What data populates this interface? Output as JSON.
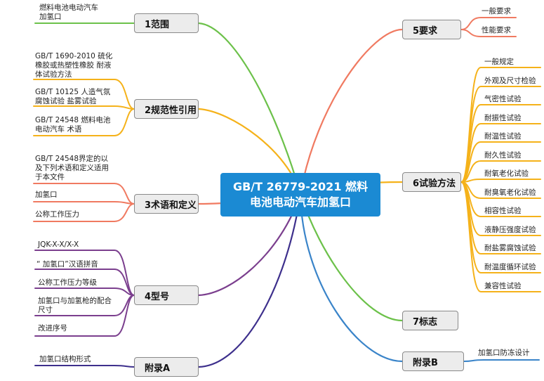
{
  "central": {
    "title": "GB/T 26779-2021 燃料\n电池电动汽车加氢口"
  },
  "colors": {
    "central": "#1b8ad3",
    "scope": "#6cc14a",
    "normative": "#f5b21a",
    "terms": "#f07a61",
    "model": "#7b3f8e",
    "annexA": "#3d2f8c",
    "requirements": "#f07a61",
    "tests": "#f5b21a",
    "marking": "#6cc14a",
    "annexB": "#3a84c9"
  },
  "branches": {
    "scope": {
      "label": "1范围",
      "items": [
        "燃料电池电动汽车\n加氢口"
      ]
    },
    "normative": {
      "label": "2规范性引用",
      "items": [
        "GB/T 1690-2010 硫化\n橡胶或热塑性橡胶 耐液\n体试验方法",
        "GB/T 10125 人造气氛\n腐蚀试验 盐雾试验",
        "GB/T 24548 燃料电池\n电动汽车 术语"
      ]
    },
    "terms": {
      "label": "3术语和定义",
      "items": [
        "GB/T 24548界定的以\n及下列术语和定义适用\n于本文件",
        "加氢口",
        "公称工作压力"
      ]
    },
    "model": {
      "label": "4型号",
      "items": [
        "JQK-X-X/X-X",
        "“ 加氢口”汉语拼音",
        "公称工作压力等级",
        "加氢口与加氢枪的配合\n尺寸",
        "改进序号"
      ]
    },
    "annexA": {
      "label": "附录A",
      "items": [
        "加氢口结构形式"
      ]
    },
    "requirements": {
      "label": "5要求",
      "items": [
        "一般要求",
        "性能要求"
      ]
    },
    "tests": {
      "label": "6试验方法",
      "items": [
        "一般规定",
        "外观及尺寸检验",
        "气密性试验",
        "耐振性试验",
        "耐温性试验",
        "耐久性试验",
        "耐氧老化试验",
        "耐臭氧老化试验",
        "相容性试验",
        "液静压强度试验",
        "耐盐雾腐蚀试验",
        "耐温度循环试验",
        "兼容性试验"
      ]
    },
    "marking": {
      "label": "7标志",
      "items": []
    },
    "annexB": {
      "label": "附录B",
      "items": [
        "加氢口防冻设计"
      ]
    }
  }
}
